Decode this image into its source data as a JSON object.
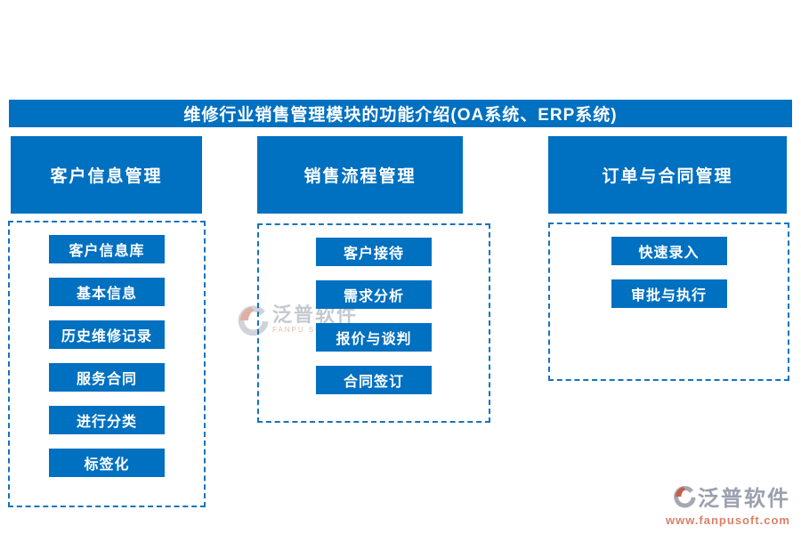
{
  "title": "维修行业销售管理模块的功能介绍(OA系统、ERP系统)",
  "columns": [
    {
      "header": "客户信息管理",
      "items": [
        "客户信息库",
        "基本信息",
        "历史维修记录",
        "服务合同",
        "进行分类",
        "标签化"
      ]
    },
    {
      "header": "销售流程管理",
      "items": [
        "客户接待",
        "需求分析",
        "报价与谈判",
        "合同签订"
      ]
    },
    {
      "header": "订单与合同管理",
      "items": [
        "快速录入",
        "审批与执行"
      ]
    }
  ],
  "watermark_center": {
    "brand": "泛普软件",
    "brand_en": "FANPU SOFTWARE"
  },
  "brand_footer": {
    "brand": "泛普软件",
    "url": "www.fanpusoft.com"
  },
  "colors": {
    "primary_blue": "#0070c0",
    "dash_blue": "#1474bc",
    "brand_gray": "#9ba0ae",
    "brand_orange": "#c4604a",
    "url_orange": "#d8826a"
  }
}
